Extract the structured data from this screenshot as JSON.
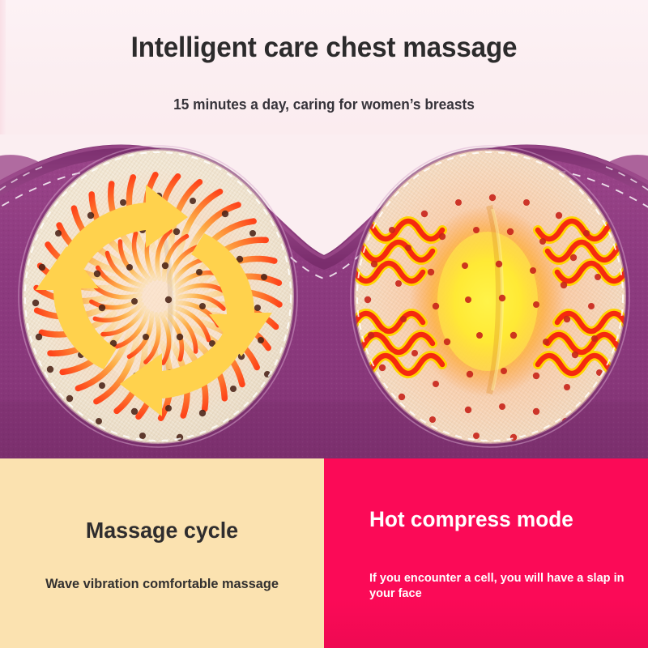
{
  "header": {
    "title": "Intelligent care chest massage",
    "subtitle": "15 minutes a day, caring for women’s breasts"
  },
  "product_photo": {
    "alt_name": "purple-chest-massager",
    "device_color": "#8e3b80",
    "device_color_dark": "#6f2a63",
    "pad_color": "#f3e7d4",
    "stitching_color": "#ffffff",
    "left_pad": {
      "name": "massage-cycle-pad",
      "effect": "rotating spiral vibration",
      "stroke_color": "#ff5a1f",
      "arrow_color": "#ffd24d",
      "arrow_count": 4,
      "dot_color": "#4a2317"
    },
    "right_pad": {
      "name": "hot-compress-pad",
      "effect": "radiant heat glow with heat waves",
      "glow_color": "#ffe215",
      "wave_color": "#f5290f",
      "wave_glow_color": "#ffd400",
      "wave_cluster_count": 4,
      "dot_color": "#c8241a"
    }
  },
  "panels": {
    "left": {
      "title": "Massage cycle",
      "subtitle": "Wave vibration comfortable massage",
      "background": "#fbe2b0",
      "text_color": "#2f2d2e"
    },
    "right": {
      "title": "Hot compress mode",
      "subtitle": "If you encounter a cell, you will have a slap in your face",
      "background": "#fb0a57",
      "text_color": "#ffffff"
    }
  },
  "colors": {
    "page_background": "#fbeef1",
    "title_color": "#2c2b2c"
  }
}
